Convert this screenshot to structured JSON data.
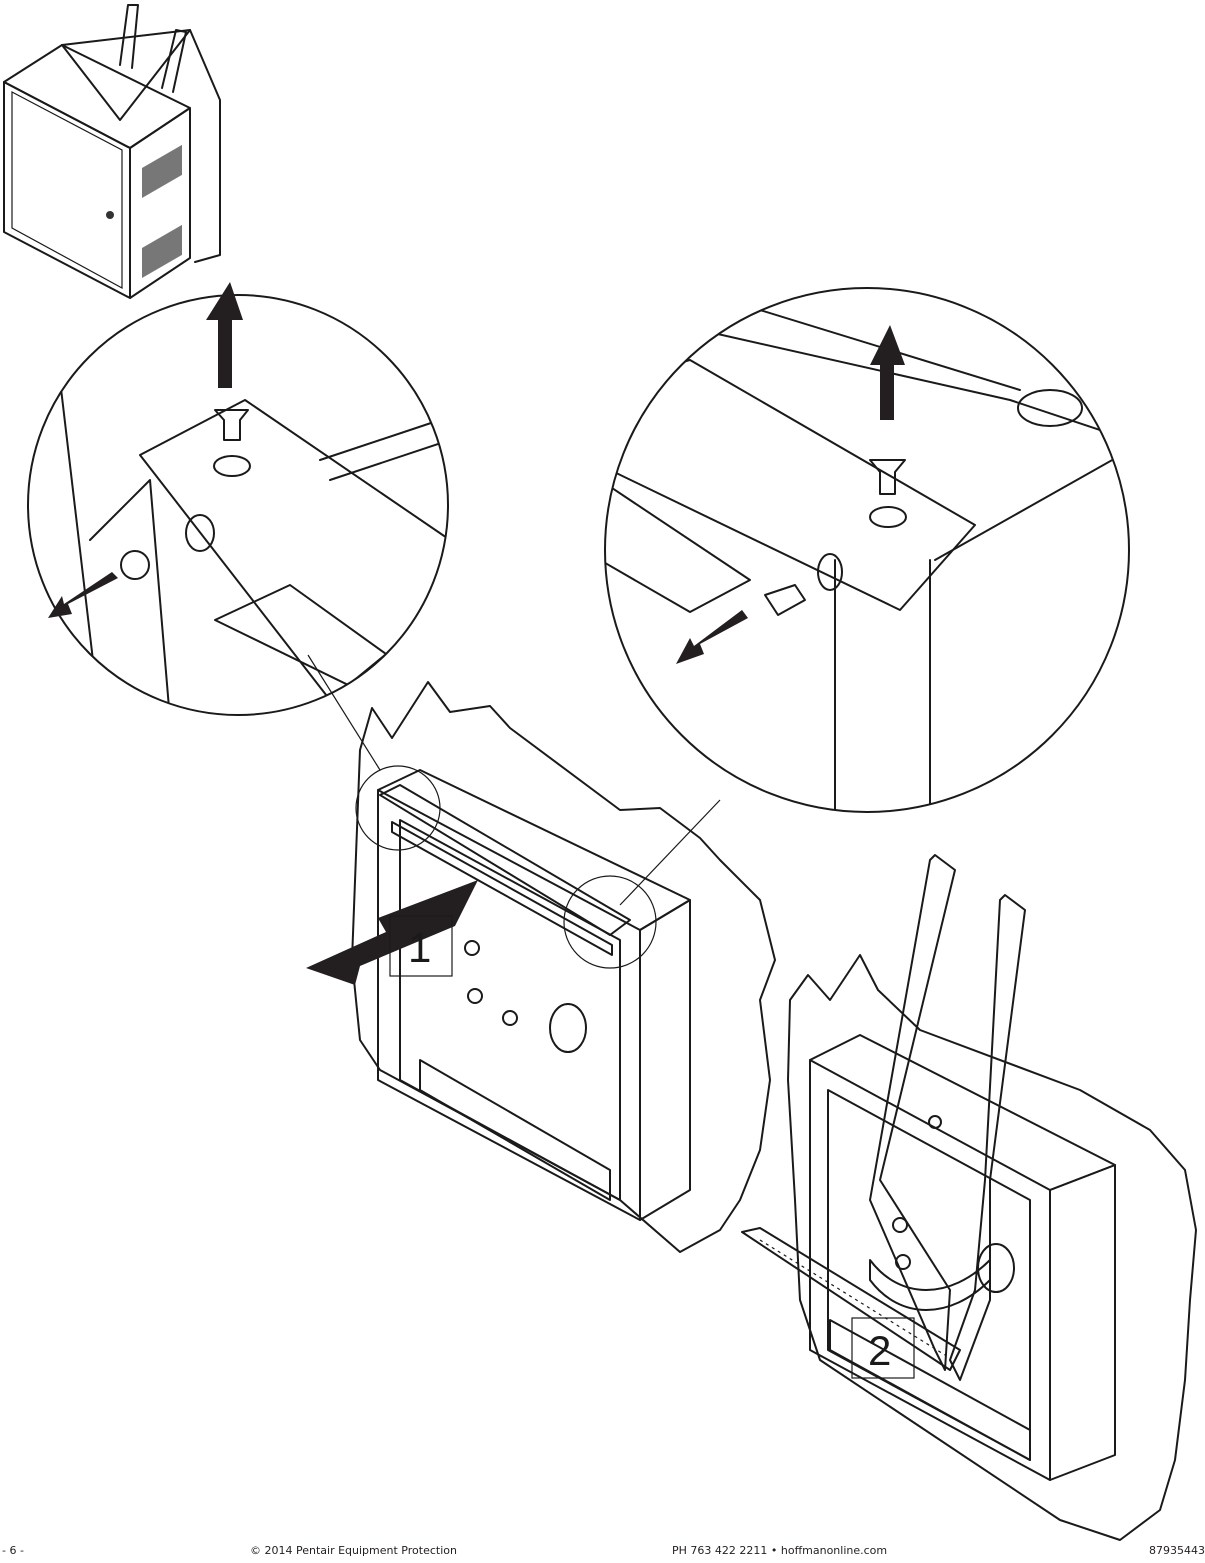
{
  "document": {
    "step_labels": [
      "1",
      "2"
    ]
  },
  "footer": {
    "page_number": "- 6 -",
    "copyright": "© 2014 Pentair Equipment Protection",
    "contact": "PH 763 422 2211  •  hoffmanonline.com",
    "doc_number": "87935443"
  }
}
